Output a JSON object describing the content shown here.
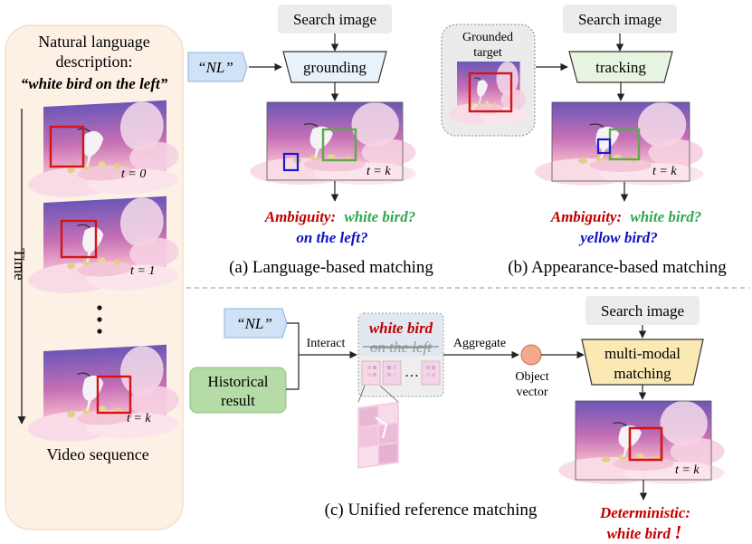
{
  "left_panel": {
    "desc_line1": "Natural language",
    "desc_line2": "description:",
    "desc_quote": "“white bird on the left”",
    "time_label": "Time",
    "ellipsis": "•\n•\n•",
    "frame_labels": [
      "t = 0",
      "t = 1",
      "t = k"
    ],
    "footer": "Video sequence"
  },
  "panel_a": {
    "search_image": "Search image",
    "nl_tag": "“NL”",
    "module": "grounding",
    "frame_label": "t = k",
    "ambiguity_word": "Ambiguity:",
    "candidate1": "white bird?",
    "candidate2": "on the left?",
    "caption": "(a) Language-based matching"
  },
  "panel_b": {
    "grounded_line1": "Grounded",
    "grounded_line2": "target",
    "search_image": "Search image",
    "module": "tracking",
    "frame_label": "t = k",
    "ambiguity_word": "Ambiguity:",
    "candidate1": "white bird?",
    "candidate2": "yellow bird?",
    "caption": "(b) Appearance-based matching"
  },
  "panel_c": {
    "nl_tag": "“NL”",
    "historical_line1": "Historical",
    "historical_line2": "result",
    "interact": "Interact",
    "ref_text1": "white bird",
    "ref_text2": "on the left",
    "dots": "…",
    "aggregate": "Aggregate",
    "object_line1": "Object",
    "object_line2": "vector",
    "search_image": "Search image",
    "module_line1": "multi-modal",
    "module_line2": "matching",
    "frame_label": "t = k",
    "deterministic": "Deterministic:",
    "result": "white bird",
    "result_mark": "!",
    "caption": "(c) Unified reference matching"
  },
  "colors": {
    "red": "#c00000",
    "green": "#2fa84f",
    "blue": "#1010c8",
    "nl_fill": "#cfe2f6",
    "ground_fill": "#e8f2fb",
    "track_fill": "#e6f4e0",
    "hist_fill": "#b5dba6",
    "mm_fill": "#fbe9b4",
    "panel_fill": "#fdf1e6",
    "gray_box": "#ececec"
  }
}
